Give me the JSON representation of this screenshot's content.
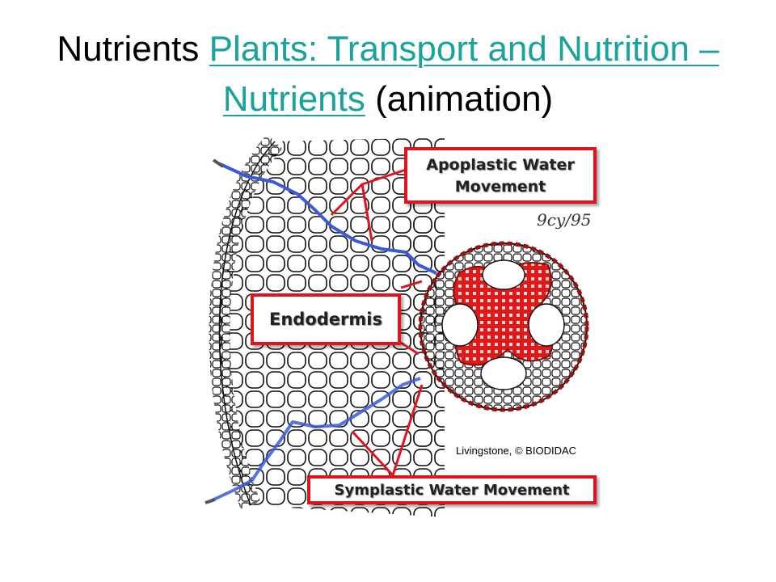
{
  "title": {
    "prefix": "Nutrients ",
    "link_text": "Plants: Transport and Nutrition – Nutrients",
    "suffix": " (animation)"
  },
  "diagram": {
    "labels": {
      "apoplastic": "Apoplastic Water Movement",
      "endodermis": "Endodermis",
      "symplastic": "Symplastic Water Movement"
    },
    "credit": "Livingstone, © BIODIDAC",
    "signature": "9cy/95"
  },
  "colors": {
    "link": "#1aa39a",
    "callout_border": "#e0141e",
    "vascular": "#e11919",
    "water_path": "#3b5bd6"
  }
}
